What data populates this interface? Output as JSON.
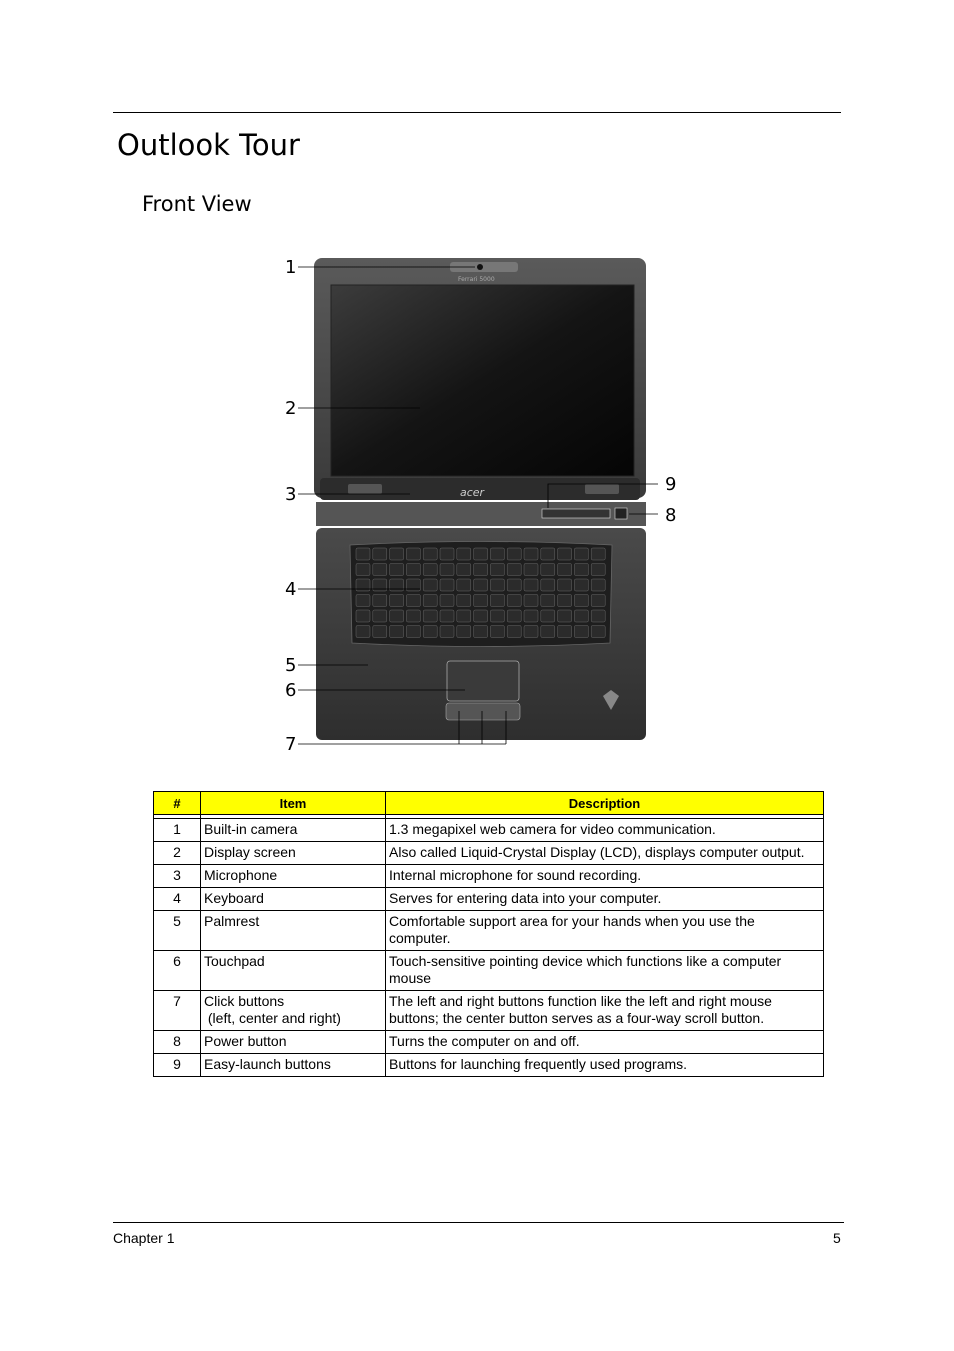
{
  "page": {
    "title": "Outlook Tour",
    "subtitle": "Front View",
    "footer_left": "Chapter 1",
    "footer_right": "5"
  },
  "figure": {
    "callouts": [
      "1",
      "2",
      "3",
      "4",
      "5",
      "6",
      "7",
      "9",
      "8"
    ]
  },
  "table": {
    "headers": [
      "#",
      "Item",
      "Description"
    ],
    "rows": [
      {
        "num": "1",
        "item": "Built-in camera",
        "description": "1.3 megapixel web camera for video communication."
      },
      {
        "num": "2",
        "item": "Display screen",
        "description": "Also called Liquid-Crystal Display (LCD), displays computer output."
      },
      {
        "num": "3",
        "item": "Microphone",
        "description": "Internal microphone for sound recording."
      },
      {
        "num": "4",
        "item": "Keyboard",
        "description": "Serves for entering data into your computer."
      },
      {
        "num": "5",
        "item": "Palmrest",
        "description": "Comfortable support area for your hands when you use the computer."
      },
      {
        "num": "6",
        "item": "Touchpad",
        "description": "Touch-sensitive pointing device which functions like a computer mouse"
      },
      {
        "num": "7",
        "item": "Click buttons",
        "item_sub": " (left, center and right)",
        "description": "The left and right buttons function like the left and right mouse buttons; the center button serves as a four-way scroll button."
      },
      {
        "num": "8",
        "item": "Power button",
        "description": "Turns the computer on and off."
      },
      {
        "num": "9",
        "item": "Easy-launch buttons",
        "description": "Buttons for launching frequently used programs."
      }
    ]
  }
}
